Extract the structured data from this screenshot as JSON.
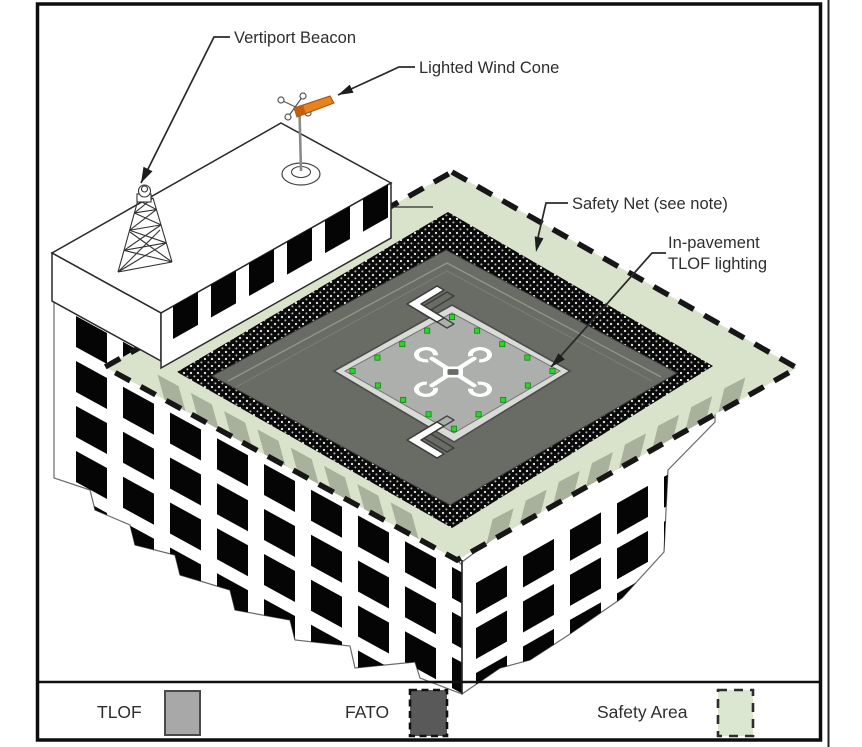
{
  "diagram": {
    "labels": {
      "vertiport_beacon": "Vertiport Beacon",
      "lighted_wind_cone": "Lighted Wind Cone",
      "safety_net": "Safety Net (see note)",
      "in_pavement_line1": "In-pavement",
      "in_pavement_line2": "TLOF lighting"
    },
    "legend": {
      "tlof_label": "TLOF",
      "fato_label": "FATO",
      "safety_area_label": "Safety Area"
    },
    "colors": {
      "safety_area_green": "#d9e3cb",
      "fato_deck_gray": "#686c64",
      "tlof_pad_gray": "#acafac",
      "tlof_curb": "#d9dbd7",
      "tlof_light_green": "#2bd42b",
      "wind_cone_orange": "#e8821e",
      "net_tab_gray": "#a7b19c",
      "window_black": "#050505",
      "legend_tlof_swatch": "#a8a8a8",
      "legend_fato_swatch": "#595959",
      "legend_safety_swatch": "#dbe7d0",
      "line_ink": "#1f1f1f"
    }
  }
}
